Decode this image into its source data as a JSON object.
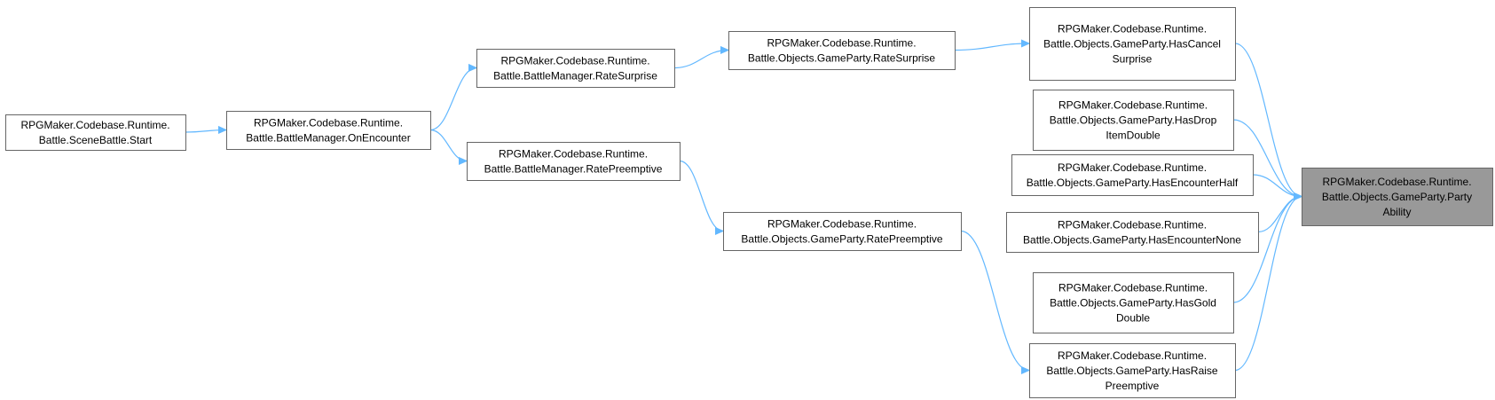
{
  "diagram": {
    "style": {
      "edge_color": "#63b8ff",
      "node_border": "#666666",
      "node_fill": "#ffffff",
      "focus_fill": "#999999",
      "text_color": "#000000"
    },
    "nodes": [
      {
        "id": "party-ability",
        "lines": [
          "RPGMaker.Codebase.Runtime.",
          "Battle.Objects.GameParty.Party",
          "Ability"
        ],
        "focus": true
      },
      {
        "id": "has-cancel-surprise",
        "lines": [
          "RPGMaker.Codebase.Runtime.",
          "Battle.Objects.GameParty.HasCancel",
          "Surprise"
        ]
      },
      {
        "id": "has-drop-item-double",
        "lines": [
          "RPGMaker.Codebase.Runtime.",
          "Battle.Objects.GameParty.HasDrop",
          "ItemDouble"
        ]
      },
      {
        "id": "has-encounter-half",
        "lines": [
          "RPGMaker.Codebase.Runtime.",
          "Battle.Objects.GameParty.HasEncounterHalf"
        ]
      },
      {
        "id": "has-encounter-none",
        "lines": [
          "RPGMaker.Codebase.Runtime.",
          "Battle.Objects.GameParty.HasEncounterNone"
        ]
      },
      {
        "id": "has-gold-double",
        "lines": [
          "RPGMaker.Codebase.Runtime.",
          "Battle.Objects.GameParty.HasGold",
          "Double"
        ]
      },
      {
        "id": "has-raise-preemptive",
        "lines": [
          "RPGMaker.Codebase.Runtime.",
          "Battle.Objects.GameParty.HasRaise",
          "Preemptive"
        ]
      },
      {
        "id": "party-rate-surprise",
        "lines": [
          "RPGMaker.Codebase.Runtime.",
          "Battle.Objects.GameParty.RateSurprise"
        ]
      },
      {
        "id": "party-rate-preemptive",
        "lines": [
          "RPGMaker.Codebase.Runtime.",
          "Battle.Objects.GameParty.RatePreemptive"
        ]
      },
      {
        "id": "bm-rate-surprise",
        "lines": [
          "RPGMaker.Codebase.Runtime.",
          "Battle.BattleManager.RateSurprise"
        ]
      },
      {
        "id": "bm-rate-preemptive",
        "lines": [
          "RPGMaker.Codebase.Runtime.",
          "Battle.BattleManager.RatePreemptive"
        ]
      },
      {
        "id": "bm-on-encounter",
        "lines": [
          "RPGMaker.Codebase.Runtime.",
          "Battle.BattleManager.OnEncounter"
        ]
      },
      {
        "id": "scene-battle-start",
        "lines": [
          "RPGMaker.Codebase.Runtime.",
          "Battle.SceneBattle.Start"
        ]
      }
    ],
    "edges": [
      {
        "from": "has-cancel-surprise",
        "to": "party-ability"
      },
      {
        "from": "has-drop-item-double",
        "to": "party-ability"
      },
      {
        "from": "has-encounter-half",
        "to": "party-ability"
      },
      {
        "from": "has-encounter-none",
        "to": "party-ability"
      },
      {
        "from": "has-gold-double",
        "to": "party-ability"
      },
      {
        "from": "has-raise-preemptive",
        "to": "party-ability"
      },
      {
        "from": "party-rate-surprise",
        "to": "has-cancel-surprise"
      },
      {
        "from": "party-rate-preemptive",
        "to": "has-raise-preemptive"
      },
      {
        "from": "bm-rate-surprise",
        "to": "party-rate-surprise"
      },
      {
        "from": "bm-rate-preemptive",
        "to": "party-rate-preemptive"
      },
      {
        "from": "bm-on-encounter",
        "to": "bm-rate-surprise"
      },
      {
        "from": "bm-on-encounter",
        "to": "bm-rate-preemptive"
      },
      {
        "from": "scene-battle-start",
        "to": "bm-on-encounter"
      }
    ]
  }
}
